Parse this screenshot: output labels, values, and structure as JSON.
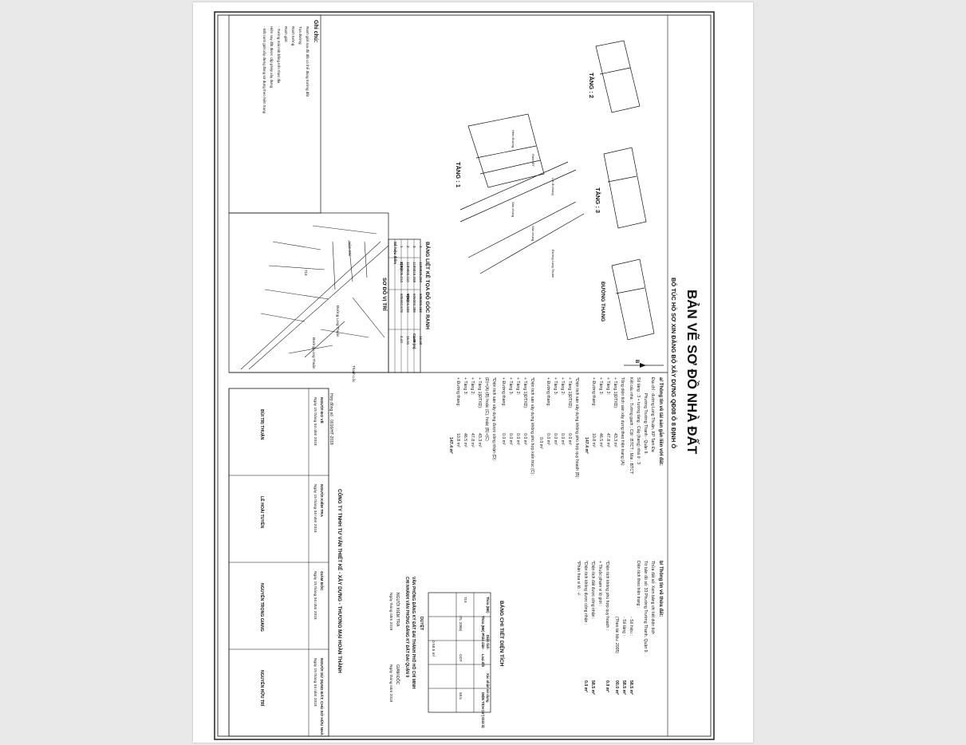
{
  "document": {
    "title": "BẢN VẼ SƠ ĐỒ NHÀ ĐẤT",
    "subtitle": "BỔ TÚC HỒ SƠ XIN ĐĂNG BỘ XÂY DỰNG QĐ08 Ô 8 ĐỊNH Ô",
    "north_label": "B",
    "floors": {
      "floor1": "TẦNG : 1",
      "floor2": "TẦNG : 2",
      "floor3": "TẦNG : 3",
      "roof": "ĐƯỜNG THANG"
    },
    "coord_table": {
      "title": "BẢNG LIỆT KÊ TỌA ĐỘ GÓC RANH",
      "headers": [
        "Số hiệu điểm",
        "X(m)",
        "Y(m)",
        "Cạnh (m)"
      ],
      "rows": [
        [
          "1",
          "1189805.010",
          "605992.578",
          "4.44"
        ],
        [
          "2",
          "1189803.110",
          "605996.598",
          "16.91"
        ],
        [
          "3",
          "1189818.398",
          "606003.288",
          "4.40"
        ],
        [
          "4",
          "1189820.290",
          "605999.158",
          "16.90"
        ]
      ]
    },
    "site_plan": {
      "title": "SƠ ĐỒ VỊ TRÍ"
    },
    "notes": {
      "title": "Ghi chú:",
      "lines": [
        "Ranh giới tọa độ đất có thể đang trường đất",
        "Tọa đường",
        "Ranh tường",
        "Ranh giới",
        "- Tường mái mặt bằng trên thực địa",
        "Hiện nay đất được cấp phép xây dựng",
        "- Đất ranh giới xây dựng đang sử dụng theo hiện trạng"
      ]
    },
    "section_a": {
      "heading": "a/ Thông tin về tài sản gắn liền với đất:",
      "address_label": "Địa chỉ :",
      "address": "đường Long Thuận, KP Tam Đa",
      "ward": "Phường Trường Thạnh - Quận 9.",
      "levels": "Số tầng : 3 + tường tầng  ; Cấp (hạng) nhà ở : 3",
      "structure": "Kết cấu nhà : Tường gạch  ; Cột : BTCT  ; Mái : BTCT",
      "floor_area_heading": "Tổng diện tích sàn xây dựng theo hiện trạng (A):",
      "floor_areas": [
        [
          "+ Tầng 1(ĐTXD):",
          "43.3 m²"
        ],
        [
          "+ Tầng 2:",
          "47.8 m²"
        ],
        [
          "+ Tầng 3:",
          "46.5 m²"
        ],
        [
          "+ Đường thang:",
          "10.8 m²"
        ]
      ],
      "total_a": "147.4 m²",
      "plan_heading": "*Diện tích sàn xây dựng không phù hợp quy hoạch (B):",
      "plan_areas": [
        [
          "+ Tầng 1(ĐTXD):",
          "0.0 m²"
        ],
        [
          "+ Tầng 2:",
          "0.0 m²"
        ],
        [
          "+ Tầng 3:",
          "0.0 m²"
        ],
        [
          "+ Đường thang:",
          "0.0 m²"
        ]
      ],
      "total_b": "0.0 m²",
      "permit_heading": "*Diện tích sàn xây dựng không phù hợp kiến trúc (C):",
      "permit_areas": [
        [
          "+ Tầng 1(ĐTXD):",
          "0.0 m²"
        ],
        [
          "+ Tầng 2:",
          "0.0 m²"
        ],
        [
          "+ Tầng 3:",
          "0.0 m²"
        ],
        [
          "+ Đường thang:",
          "0.0 m²"
        ]
      ],
      "recognize_heading": "*Diện tích sàn xây dựng được công nhận (D):",
      "recognize_note": "(D)=(A)-(B) hoặc (C), hoặc (B)+(C)",
      "recognize_areas": [
        [
          "+ Tầng 1(ĐTXD):",
          "43.3 m²"
        ],
        [
          "+ Tầng 2:",
          "47.8 m²"
        ],
        [
          "+ Tầng 3:",
          "46.5 m²"
        ],
        [
          "+ Đường thang:",
          "10.8 m²"
        ]
      ],
      "total_d": "147.4 m²"
    },
    "section_b": {
      "heading": "b/ Thông tin về thửa đất:",
      "parcel": "Thửa đất số: Xem bảng chi tiết diện tích",
      "map_sheet": "Tờ bản đồ số: 33 Phường Trường Thạnh, Quận 9.",
      "area_label": "Diện tích theo hiện trạng :",
      "areas": [
        [
          "- Số hiệu  :",
          "58.5 m²"
        ],
        [
          "- Số tầng  :",
          "58.5 m²"
        ],
        [
          "(Theo tài liệu: 2005)",
          "00.0 m²"
        ]
      ],
      "plan_lines": [
        [
          "*Diện tích không phù hợp quy hoạch :",
          "0.0 m²"
        ],
        [
          "+ Thuộc phạm vi lộ giới :",
          ""
        ],
        [
          "*Diện tích đất được công nhận :",
          "58.5 m²"
        ],
        [
          "*Diện tích không được công nhận :",
          "0.0 m²"
        ],
        [
          "*Phần hoa vi lô : -/-",
          ""
        ]
      ]
    },
    "area_table": {
      "title": "BẢNG CHI TIẾT DIỆN TÍCH",
      "headers": [
        "Thửa (BĐ)",
        "Thửa (BĐ) Phần diện",
        "Diện tích",
        "Loại đất",
        "Xác nhận sử dụng",
        "DIỆN TÍCH (m²) Giới lộ"
      ],
      "row": [
        "719",
        "(TL 2005)",
        "",
        "ODT",
        "",
        "58.5"
      ],
      "total": "0   58.5 m²"
    },
    "approvals": {
      "approve_label": "DUYỆT",
      "office1": "VĂN PHÒNG ĐĂNG KÝ ĐẤT ĐAI THÀNH PHỐ HỒ CHÍ MINH",
      "office2": "CHI NHÁNH VĂN PHÒNG ĐĂNG KÝ ĐẤT ĐAI QUẬN 9",
      "checker": "NGƯỜI KIỂM TRA",
      "director": "GIÁM ĐỐC",
      "date": "Ngày     tháng     năm 2018"
    },
    "company": {
      "name": "CÔNG TY TNHH TƯ VẤN THIẾT KẾ - XÂY DỰNG - THƯƠNG MẠI HOÀN THÀNH",
      "contract": "Hợp đồng số : 0016/HT-2018",
      "roles": [
        "NGƯỜI ĐO VẼ",
        "NGƯỜI KIỂM TRA",
        "GIÁM ĐỐC",
        "NGƯỜI SỬ DỤNG ĐẤT, CHỦ SỞ HỮU NHÀ"
      ],
      "date": "Ngày 15 tháng 04 năm 2018",
      "names": [
        "BÙI TRỊ THUẬN",
        "LÊ HOÀI TUYỀN",
        "NGUYỄN TRỌNG GIANG",
        "NGUYỄN HỮU TRÍ"
      ]
    },
    "site_labels": [
      "719",
      "Hẻm Chỉ",
      "Đường Long Thuận",
      "Đường Long Thuận",
      "Thạnh Lộc"
    ],
    "floor_tags": [
      "Hẻm Đường",
      "Ranh ĐT",
      "Lối đi chung",
      "Sân chung",
      "Sân chung",
      "Đường Long Thuận"
    ]
  }
}
